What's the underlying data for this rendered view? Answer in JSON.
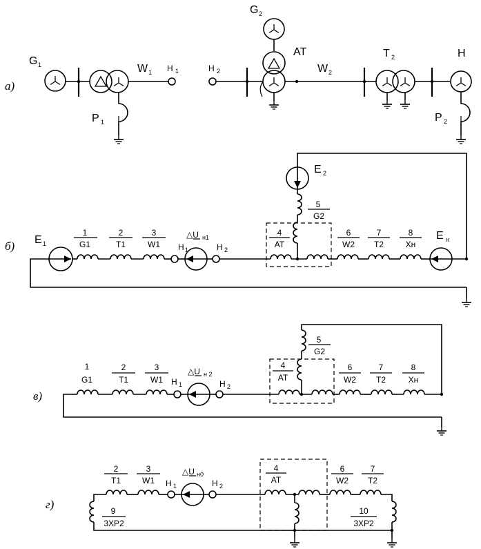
{
  "rows": {
    "a": "а)",
    "b": "б)",
    "v": "в)",
    "g": "г)"
  },
  "schemeA": {
    "G1": "G",
    "G1_sub": "1",
    "W1": "W",
    "W1_sub": "1",
    "H1": "H",
    "H1_sub": "1",
    "P1": "P",
    "P1_sub": "1",
    "H2": "H",
    "H2_sub": "2",
    "G2": "G",
    "G2_sub": "2",
    "AT": "AT",
    "W2": "W",
    "W2_sub": "2",
    "T2": "T",
    "T2_sub": "2",
    "H": "H",
    "P2": "P",
    "P2_sub": "2"
  },
  "schemeB": {
    "E1": "E",
    "E1_sub": "1",
    "E2": "E",
    "E2_sub": "2",
    "EH": "E",
    "EH_sub": "н",
    "dU": "△U",
    "dU_sub": "н1",
    "H1": "H",
    "H1_sub": "1",
    "H2": "H",
    "H2_sub": "2",
    "elements": [
      {
        "num": "1",
        "name": "G1"
      },
      {
        "num": "2",
        "name": "T1"
      },
      {
        "num": "3",
        "name": "W1"
      },
      {
        "num": "4",
        "name": "AT"
      },
      {
        "num": "5",
        "name": "G2"
      },
      {
        "num": "6",
        "name": "W2"
      },
      {
        "num": "7",
        "name": "T2"
      },
      {
        "num": "8",
        "name": "Xн"
      }
    ]
  },
  "schemeV": {
    "dU": "△U",
    "dU_sub": "н 2",
    "H1": "H",
    "H1_sub": "1",
    "H2": "H",
    "H2_sub": "2",
    "elements": [
      {
        "num": "1",
        "name": "G1"
      },
      {
        "num": "2",
        "name": "T1"
      },
      {
        "num": "3",
        "name": "W1"
      },
      {
        "num": "4",
        "name": "AT"
      },
      {
        "num": "5",
        "name": "G2"
      },
      {
        "num": "6",
        "name": "W2"
      },
      {
        "num": "7",
        "name": "T2"
      },
      {
        "num": "8",
        "name": "Xн"
      }
    ]
  },
  "schemeG": {
    "dU": "△U",
    "dU_sub": "н0",
    "H1": "H",
    "H1_sub": "1",
    "H2": "H",
    "H2_sub": "2",
    "elements": [
      {
        "num": "2",
        "name": "T1"
      },
      {
        "num": "3",
        "name": "W1"
      },
      {
        "num": "4",
        "name": "AT"
      },
      {
        "num": "6",
        "name": "W2"
      },
      {
        "num": "7",
        "name": "T2"
      },
      {
        "num": "9",
        "name": "3XP2"
      },
      {
        "num": "10",
        "name": "3XP2"
      }
    ]
  }
}
